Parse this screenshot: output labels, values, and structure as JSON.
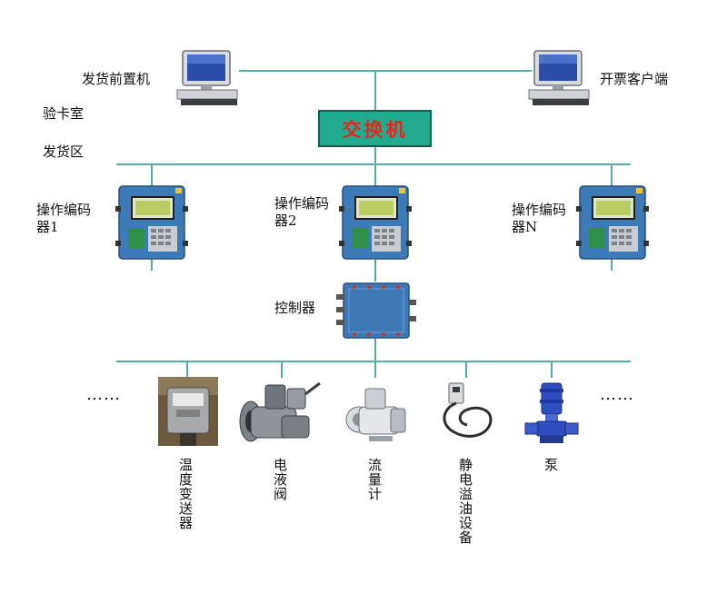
{
  "nodes": {
    "delivery_pc": "发货前置机",
    "invoice_client": "开票客户端",
    "card_room": "验卡室",
    "delivery_area": "发货区",
    "switch": "交换机",
    "encoder_1": "操作编码器1",
    "encoder_2": "操作编码器2",
    "encoder_n": "操作编码器N",
    "controller": "控制器",
    "ellipsis_left": "……",
    "ellipsis_right": "……"
  },
  "devices": [
    "温度变送器",
    "电液阀",
    "流量计",
    "静电溢油设备",
    "泵"
  ],
  "colors": {
    "line": "#5aa9a9",
    "switch_fill": "#22ab8f",
    "switch_text": "#e4261f",
    "encoder_blue": "#3d7ab8"
  }
}
